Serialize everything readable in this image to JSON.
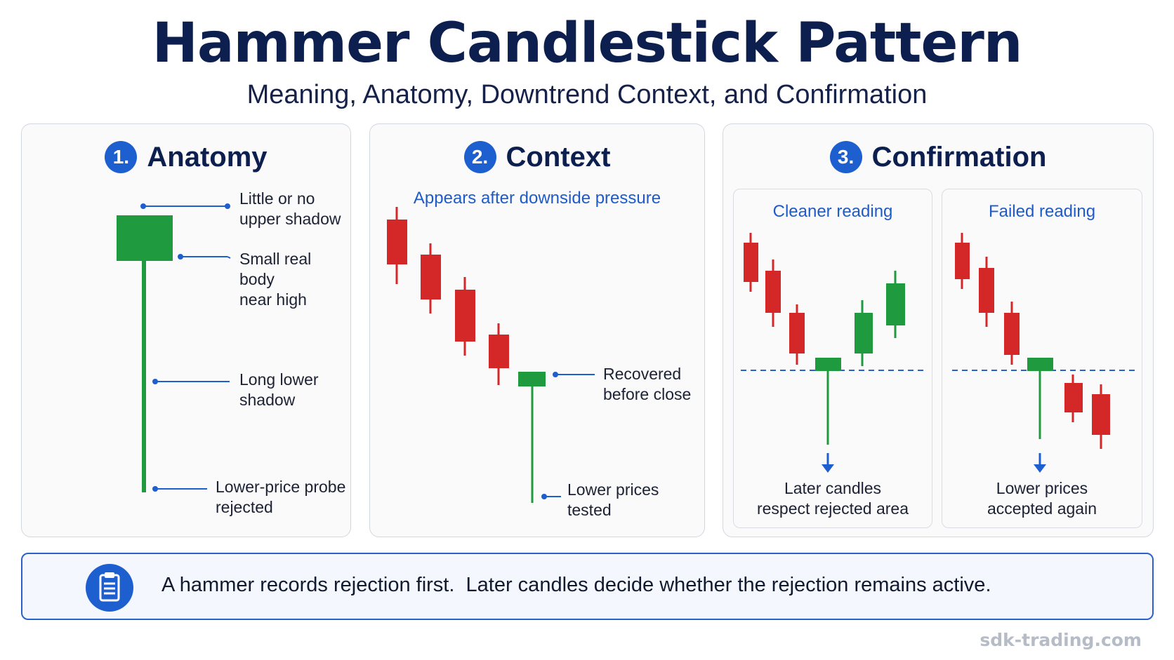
{
  "title": "Hammer Candlestick Pattern",
  "subtitle": "Meaning, Anatomy, Downtrend Context, and Confirmation",
  "panels": [
    {
      "number": "1.",
      "title": "Anatomy"
    },
    {
      "number": "2.",
      "title": "Context"
    },
    {
      "number": "3.",
      "title": "Confirmation"
    }
  ],
  "anatomy": {
    "labels": {
      "upper": [
        "Little or no",
        "upper shadow"
      ],
      "body": [
        "Small real body",
        "near high"
      ],
      "lower": [
        "Long lower",
        "shadow"
      ],
      "probe": [
        "Lower-price probe",
        "rejected"
      ]
    }
  },
  "context": {
    "heading": "Appears after downside pressure",
    "recovered": [
      "Recovered",
      "before close"
    ],
    "lower": [
      "Lower prices",
      "tested"
    ]
  },
  "confirmation": {
    "cleaner": {
      "heading": "Cleaner reading",
      "caption": [
        "Later candles",
        "respect rejected area"
      ]
    },
    "failed": {
      "heading": "Failed reading",
      "caption": [
        "Lower prices",
        "accepted again"
      ]
    }
  },
  "summary": "A hammer records rejection first.  Later candles decide whether the rejection remains active.",
  "watermark": "sdk-trading.com",
  "colors": {
    "bull": "#1f9a3e",
    "bear": "#d42727",
    "accent": "#1e5fcf",
    "navy": "#0c1f4e"
  },
  "icons": {
    "summary": "clipboard-icon",
    "arrow": "arrow-down-icon"
  }
}
